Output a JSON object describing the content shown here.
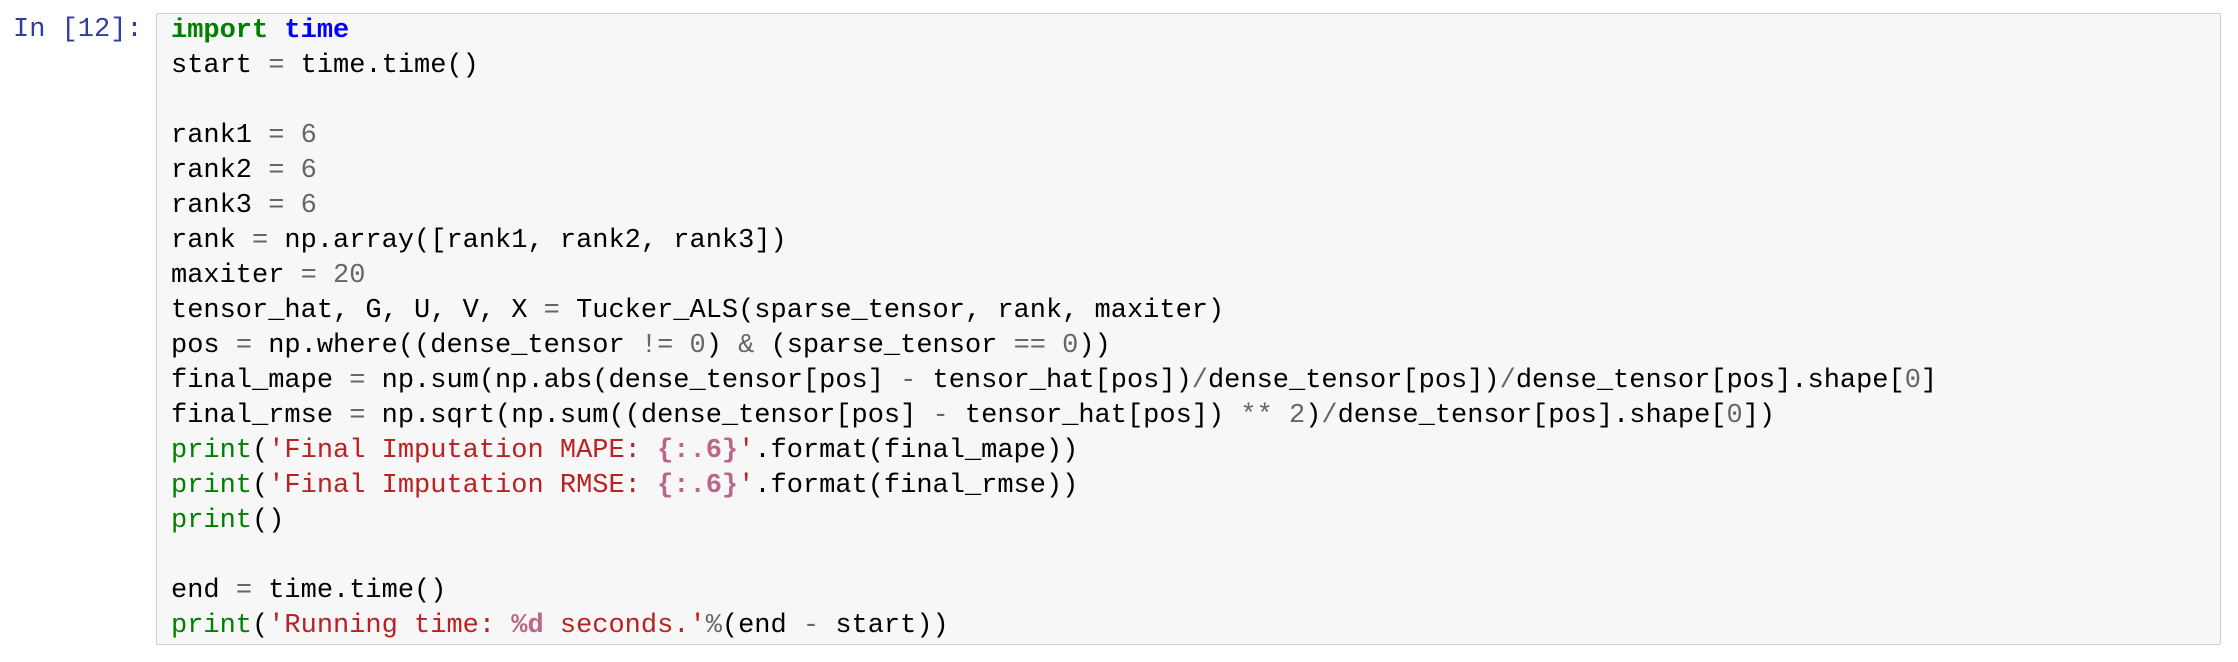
{
  "cell": {
    "prompt": "In [12]:"
  },
  "colors": {
    "prompt": "#303F9F",
    "keyword": "#008000",
    "namespace": "#0000FF",
    "builtin": "#008000",
    "string": "#BA2121",
    "interpolation": "#BB6688",
    "operator": "#666666",
    "number": "#666666",
    "text": "#000000",
    "cell_bg": "#F7F7F7",
    "cell_border": "#CFCFCF"
  },
  "code": {
    "lines": [
      [
        [
          "k",
          "import"
        ],
        [
          "t",
          " "
        ],
        [
          "nn",
          "time"
        ]
      ],
      [
        [
          "t",
          "start "
        ],
        [
          "o",
          "="
        ],
        [
          "t",
          " time.time()"
        ]
      ],
      [],
      [
        [
          "t",
          "rank1 "
        ],
        [
          "o",
          "="
        ],
        [
          "t",
          " "
        ],
        [
          "m",
          "6"
        ]
      ],
      [
        [
          "t",
          "rank2 "
        ],
        [
          "o",
          "="
        ],
        [
          "t",
          " "
        ],
        [
          "m",
          "6"
        ]
      ],
      [
        [
          "t",
          "rank3 "
        ],
        [
          "o",
          "="
        ],
        [
          "t",
          " "
        ],
        [
          "m",
          "6"
        ]
      ],
      [
        [
          "t",
          "rank "
        ],
        [
          "o",
          "="
        ],
        [
          "t",
          " np.array([rank1, rank2, rank3])"
        ]
      ],
      [
        [
          "t",
          "maxiter "
        ],
        [
          "o",
          "="
        ],
        [
          "t",
          " "
        ],
        [
          "m",
          "20"
        ]
      ],
      [
        [
          "t",
          "tensor_hat, G, U, V, X "
        ],
        [
          "o",
          "="
        ],
        [
          "t",
          " Tucker_ALS(sparse_tensor, rank, maxiter)"
        ]
      ],
      [
        [
          "t",
          "pos "
        ],
        [
          "o",
          "="
        ],
        [
          "t",
          " np.where((dense_tensor "
        ],
        [
          "o",
          "!="
        ],
        [
          "t",
          " "
        ],
        [
          "m",
          "0"
        ],
        [
          "t",
          ") "
        ],
        [
          "o",
          "&"
        ],
        [
          "t",
          " (sparse_tensor "
        ],
        [
          "o",
          "=="
        ],
        [
          "t",
          " "
        ],
        [
          "m",
          "0"
        ],
        [
          "t",
          "))"
        ]
      ],
      [
        [
          "t",
          "final_mape "
        ],
        [
          "o",
          "="
        ],
        [
          "t",
          " np.sum(np.abs(dense_tensor[pos] "
        ],
        [
          "o",
          "-"
        ],
        [
          "t",
          " tensor_hat[pos])"
        ],
        [
          "o",
          "/"
        ],
        [
          "t",
          "dense_tensor[pos])"
        ],
        [
          "o",
          "/"
        ],
        [
          "t",
          "dense_tensor[pos].shape["
        ],
        [
          "m",
          "0"
        ],
        [
          "t",
          "]"
        ]
      ],
      [
        [
          "t",
          "final_rmse "
        ],
        [
          "o",
          "="
        ],
        [
          "t",
          " np.sqrt(np.sum((dense_tensor[pos] "
        ],
        [
          "o",
          "-"
        ],
        [
          "t",
          " tensor_hat[pos]) "
        ],
        [
          "o",
          "**"
        ],
        [
          "t",
          " "
        ],
        [
          "m",
          "2"
        ],
        [
          "t",
          ")"
        ],
        [
          "o",
          "/"
        ],
        [
          "t",
          "dense_tensor[pos].shape["
        ],
        [
          "m",
          "0"
        ],
        [
          "t",
          "])"
        ]
      ],
      [
        [
          "nb",
          "print"
        ],
        [
          "t",
          "("
        ],
        [
          "s",
          "'Final Imputation MAPE: "
        ],
        [
          "si",
          "{:.6}"
        ],
        [
          "s",
          "'"
        ],
        [
          "t",
          ".format(final_mape))"
        ]
      ],
      [
        [
          "nb",
          "print"
        ],
        [
          "t",
          "("
        ],
        [
          "s",
          "'Final Imputation RMSE: "
        ],
        [
          "si",
          "{:.6}"
        ],
        [
          "s",
          "'"
        ],
        [
          "t",
          ".format(final_rmse))"
        ]
      ],
      [
        [
          "nb",
          "print"
        ],
        [
          "t",
          "()"
        ]
      ],
      [],
      [
        [
          "t",
          "end "
        ],
        [
          "o",
          "="
        ],
        [
          "t",
          " time.time()"
        ]
      ],
      [
        [
          "nb",
          "print"
        ],
        [
          "t",
          "("
        ],
        [
          "s",
          "'Running time: "
        ],
        [
          "si",
          "%d"
        ],
        [
          "s",
          " seconds.'"
        ],
        [
          "o",
          "%"
        ],
        [
          "t",
          "(end "
        ],
        [
          "o",
          "-"
        ],
        [
          "t",
          " start))"
        ]
      ]
    ]
  }
}
